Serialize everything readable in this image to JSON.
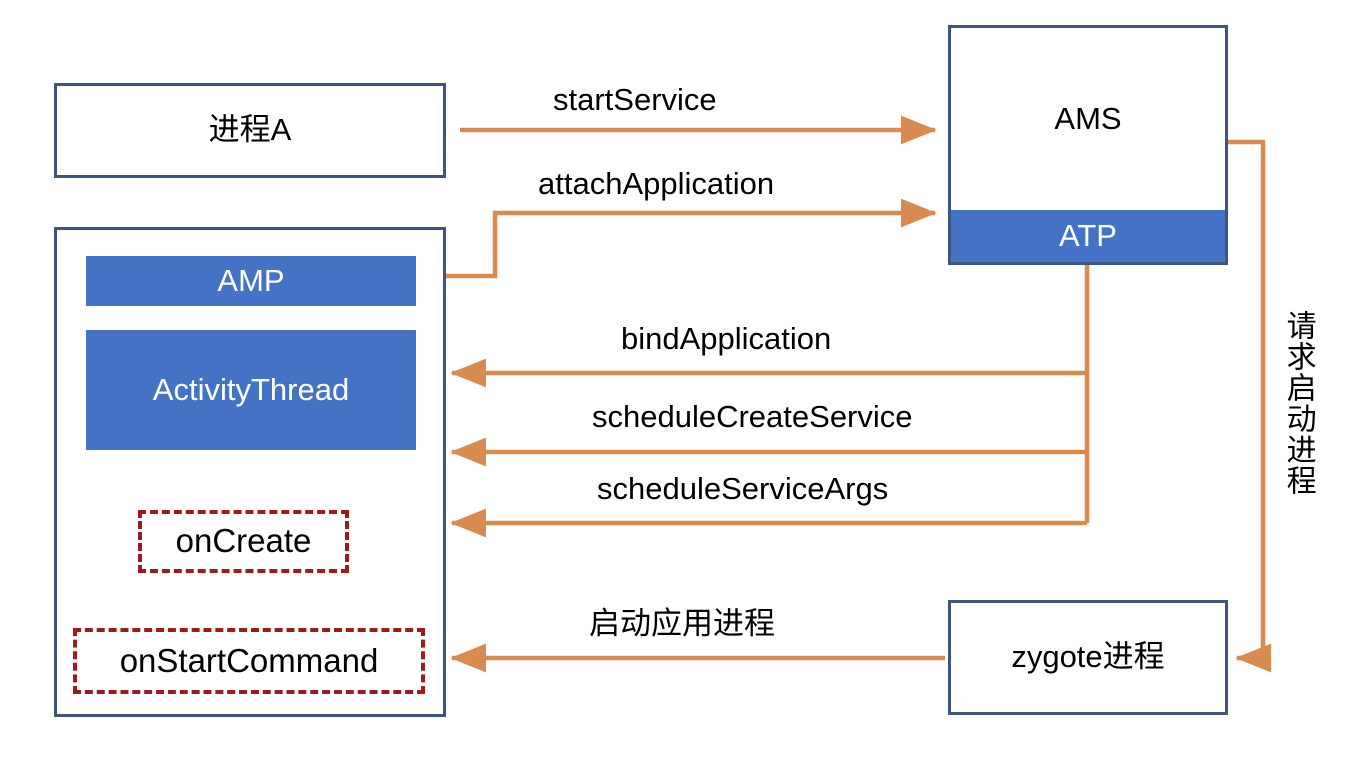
{
  "diagram": {
    "title": "Android Service startup / process launch sequence",
    "colors": {
      "box_border": "#3E5481",
      "fill_blue": "#4472C4",
      "arrow_orange": "#D98A4F",
      "dashed_red": "#9E1B1B",
      "text": "#000000",
      "background": "#FFFFFF"
    },
    "nodes": [
      {
        "id": "process_a",
        "label": "进程A",
        "type": "box"
      },
      {
        "id": "app_process",
        "label": "",
        "type": "container"
      },
      {
        "id": "amp",
        "label": "AMP",
        "type": "filled"
      },
      {
        "id": "activity_thread",
        "label": "ActivityThread",
        "type": "filled"
      },
      {
        "id": "on_create",
        "label": "onCreate",
        "type": "dashed"
      },
      {
        "id": "on_start_command",
        "label": "onStartCommand",
        "type": "dashed"
      },
      {
        "id": "ams",
        "label": "AMS",
        "type": "box"
      },
      {
        "id": "atp",
        "label": "ATP",
        "type": "filled"
      },
      {
        "id": "zygote",
        "label": "zygote进程",
        "type": "box"
      }
    ],
    "edges": [
      {
        "id": "e_start_service",
        "label": "startService",
        "from": "process_a",
        "to": "ams",
        "direction": "right"
      },
      {
        "id": "e_attach_application",
        "label": "attachApplication",
        "from": "amp",
        "to": "atp",
        "direction": "right"
      },
      {
        "id": "e_bind_application",
        "label": "bindApplication",
        "from": "atp",
        "to": "app_process",
        "direction": "left"
      },
      {
        "id": "e_schedule_create_service",
        "label": "scheduleCreateService",
        "from": "atp",
        "to": "app_process",
        "direction": "left"
      },
      {
        "id": "e_schedule_service_args",
        "label": "scheduleServiceArgs",
        "from": "atp",
        "to": "app_process",
        "direction": "left"
      },
      {
        "id": "e_start_app_process",
        "label": "启动应用进程",
        "from": "zygote",
        "to": "on_start_command",
        "direction": "left"
      },
      {
        "id": "e_request_start_process",
        "label": "请求启动进程",
        "from": "ams",
        "to": "zygote",
        "direction": "down-left"
      },
      {
        "id": "e_create_to_start",
        "label": "",
        "from": "on_create",
        "to": "on_start_command",
        "direction": "down"
      },
      {
        "id": "e_thread_to_create",
        "label": "",
        "from": "activity_thread",
        "to": "on_create",
        "direction": "down"
      }
    ]
  }
}
